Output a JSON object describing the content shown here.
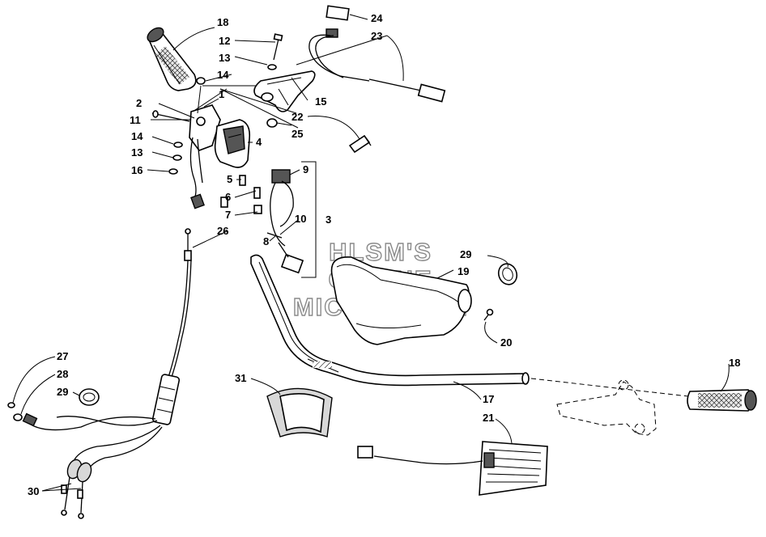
{
  "watermark": {
    "line1": "HLSM'S",
    "line2": "ONLINE",
    "line3": "MICROFICHE"
  },
  "callouts": {
    "c1": "1",
    "c2": "2",
    "c3": "3",
    "c4": "4",
    "c5": "5",
    "c6": "6",
    "c7": "7",
    "c8": "8",
    "c9": "9",
    "c10": "10",
    "c11": "11",
    "c12": "12",
    "c13a": "13",
    "c13b": "13",
    "c14a": "14",
    "c14b": "14",
    "c15": "15",
    "c16": "16",
    "c17": "17",
    "c18a": "18",
    "c18b": "18",
    "c19": "19",
    "c20": "20",
    "c21": "21",
    "c22": "22",
    "c23": "23",
    "c24": "24",
    "c25": "25",
    "c26": "26",
    "c27": "27",
    "c28": "28",
    "c29a": "29",
    "c29b": "29",
    "c30": "30",
    "c31": "31"
  },
  "icons": {
    "grip_left": "handlebar-grip-icon",
    "grip_right": "handlebar-grip-icon",
    "throttle_lever": "throttle-lever-icon",
    "switch_housing": "switch-housing-icon",
    "handlebar": "handlebar-icon",
    "hand_guard": "hand-guard-icon",
    "heater_element": "heater-element-icon",
    "throttle_cable": "throttle-cable-icon",
    "clamp": "clamp-icon"
  }
}
